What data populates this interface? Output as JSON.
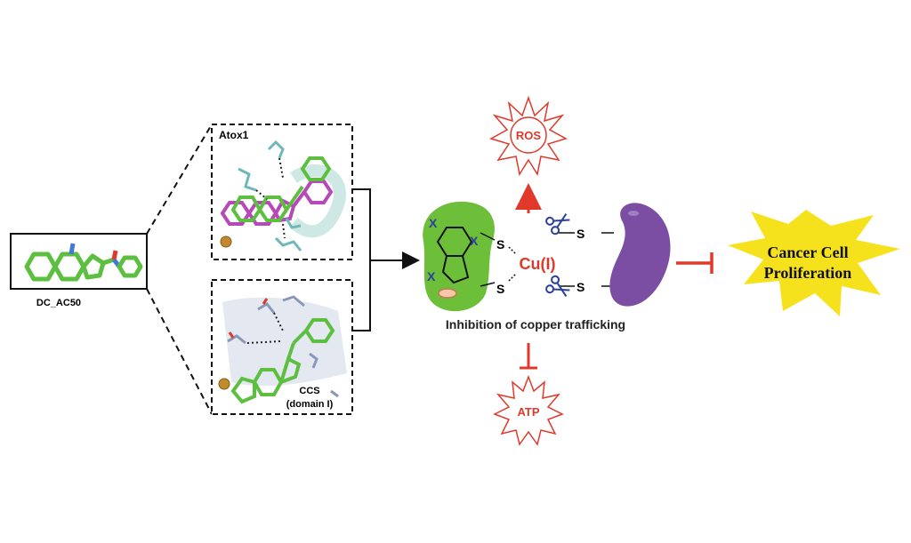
{
  "molecule": {
    "name": "DC_AC50"
  },
  "panels": {
    "top_label": "Atox1",
    "bottom_label_line1": "CCS",
    "bottom_label_line2": "(domain I)"
  },
  "mechanism": {
    "ros": "ROS",
    "atp": "ATP",
    "copper": "Cu(I)",
    "sulfur": "S",
    "substituent": "X",
    "caption": "Inhibition of copper trafficking"
  },
  "outcome": {
    "line1": "Cancer Cell",
    "line2": "Proliferation"
  },
  "colors": {
    "red": "#e0392b",
    "green": "#6dbf3a",
    "purple": "#7b4ea3",
    "yellow": "#f6e21c",
    "blue": "#2a3f9e"
  }
}
